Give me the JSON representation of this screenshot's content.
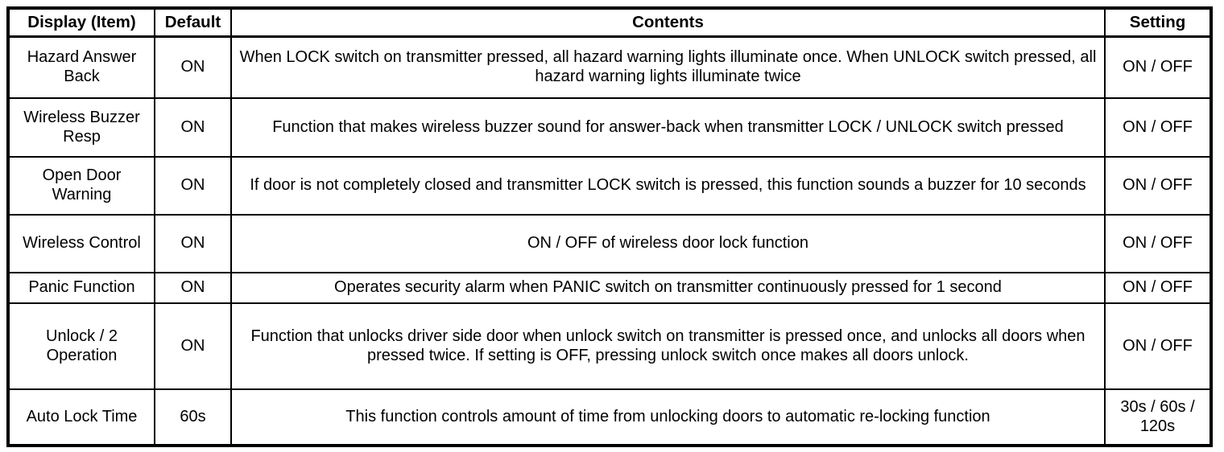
{
  "table": {
    "headers": {
      "display": "Display (Item)",
      "default": "Default",
      "contents": "Contents",
      "setting": "Setting"
    },
    "rows": [
      {
        "display": "Hazard Answer Back",
        "default": "ON",
        "contents": "When LOCK switch on transmitter pressed, all hazard warning lights illuminate once. When UNLOCK switch pressed, all hazard warning lights illuminate twice",
        "setting": "ON / OFF"
      },
      {
        "display": "Wireless Buzzer Resp",
        "default": "ON",
        "contents": "Function that makes wireless buzzer sound for answer-back when transmitter LOCK / UNLOCK switch pressed",
        "setting": "ON / OFF"
      },
      {
        "display": "Open Door Warning",
        "default": "ON",
        "contents": "If door is not completely closed and transmitter LOCK switch is pressed, this function sounds a buzzer for 10 seconds",
        "setting": "ON / OFF"
      },
      {
        "display": "Wireless Control",
        "default": "ON",
        "contents": "ON / OFF of wireless door lock function",
        "setting": "ON / OFF"
      },
      {
        "display": "Panic Function",
        "default": "ON",
        "contents": "Operates security alarm when PANIC switch on transmitter continuously pressed for 1 second",
        "setting": "ON / OFF"
      },
      {
        "display": "Unlock / 2 Operation",
        "default": "ON",
        "contents": "Function that unlocks driver side door when unlock switch on transmitter is pressed once, and unlocks all doors when pressed twice. If setting is OFF, pressing unlock switch once makes all doors unlock.",
        "setting": "ON / OFF"
      },
      {
        "display": "Auto Lock Time",
        "default": "60s",
        "contents": "This function controls amount of time from unlocking doors to automatic re-locking function",
        "setting": "30s / 60s / 120s"
      }
    ]
  },
  "colors": {
    "border": "#000000",
    "background": "#ffffff",
    "text": "#000000"
  }
}
